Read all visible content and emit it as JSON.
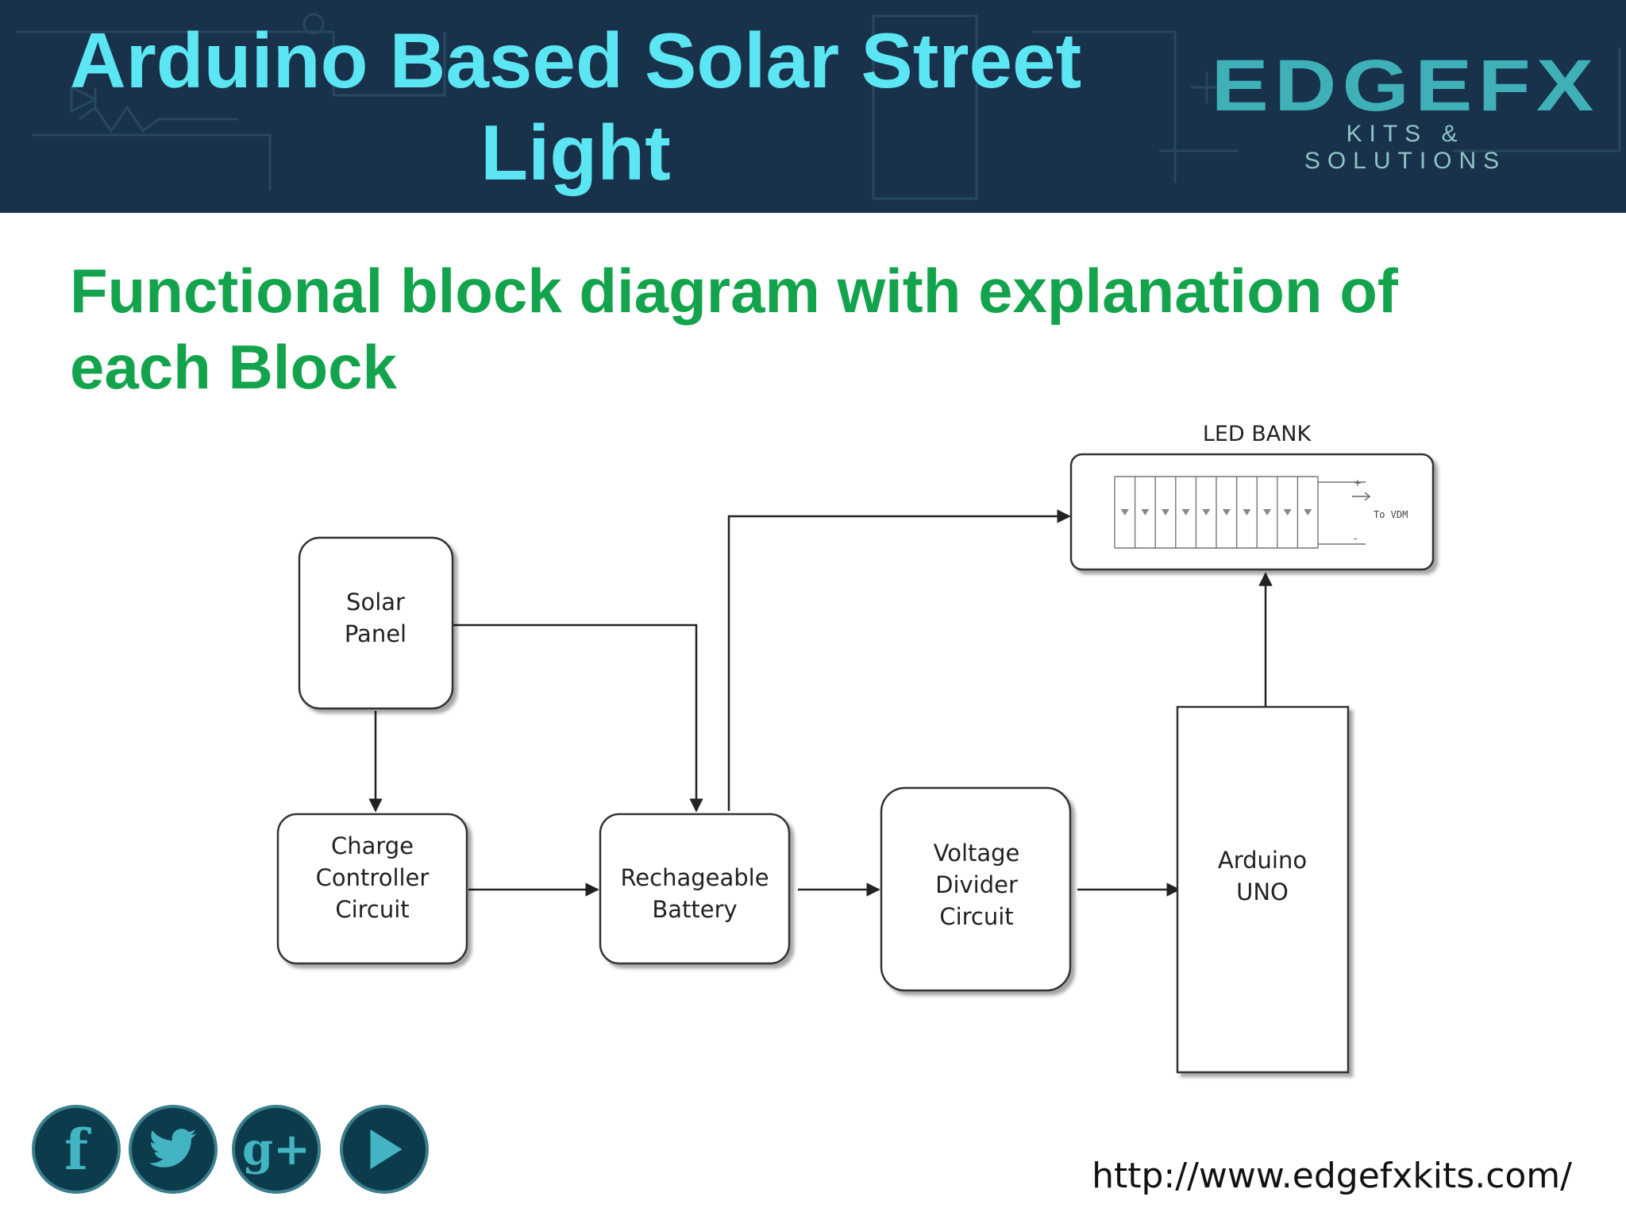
{
  "header": {
    "title": "Arduino Based Solar Street Light",
    "logo_mark": "EDGEFX",
    "logo_tagline": "KITS & SOLUTIONS"
  },
  "subtitle": "Functional block diagram with explanation of each Block",
  "diagram": {
    "solar_panel": [
      "Solar",
      "Panel"
    ],
    "charge_controller": [
      "Charge",
      "Controller",
      "Circuit"
    ],
    "battery": [
      "Rechageable",
      "Battery"
    ],
    "voltage_divider": [
      "Voltage",
      "Divider",
      "Circuit"
    ],
    "arduino": [
      "Arduino",
      "UNO"
    ],
    "led_bank_title": "LED BANK",
    "led_bank_output": "To VDM",
    "led_bank_plus": "+",
    "led_bank_minus": "-"
  },
  "social": {
    "facebook": "f",
    "twitter": "twitter-bird-icon",
    "googleplus": "g+",
    "youtube": "play-icon"
  },
  "footer_url": "http://www.edgefxkits.com/",
  "colors": {
    "header_bg": "#17324a",
    "title": "#5ce5f2",
    "subtitle": "#14a34d",
    "social_bg": "#0c3b4c",
    "social_fg": "#43b4c2"
  }
}
